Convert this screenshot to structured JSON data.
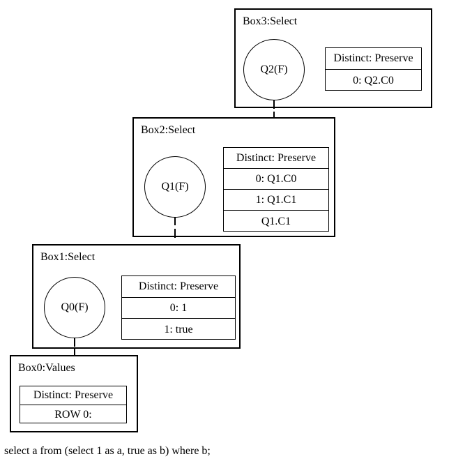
{
  "diagram": {
    "caption": "select a from (select 1 as a, true as b) where b;",
    "boxes": [
      {
        "id": "box3",
        "title": "Box3:Select",
        "quantifier": "Q2(F)",
        "rows": [
          "Distinct: Preserve",
          "0: Q2.C0"
        ]
      },
      {
        "id": "box2",
        "title": "Box2:Select",
        "quantifier": "Q1(F)",
        "rows": [
          "Distinct: Preserve",
          "0: Q1.C0",
          "1: Q1.C1",
          "Q1.C1"
        ]
      },
      {
        "id": "box1",
        "title": "Box1:Select",
        "quantifier": "Q0(F)",
        "rows": [
          "Distinct: Preserve",
          "0: 1",
          "1: true"
        ]
      },
      {
        "id": "box0",
        "title": "Box0:Values",
        "quantifier": null,
        "rows": [
          "Distinct: Preserve",
          "ROW 0:"
        ]
      }
    ],
    "edges": [
      {
        "from": "Q2",
        "to": "box2"
      },
      {
        "from": "Q1",
        "to": "box1"
      },
      {
        "from": "Q0",
        "to": "box0"
      }
    ]
  }
}
